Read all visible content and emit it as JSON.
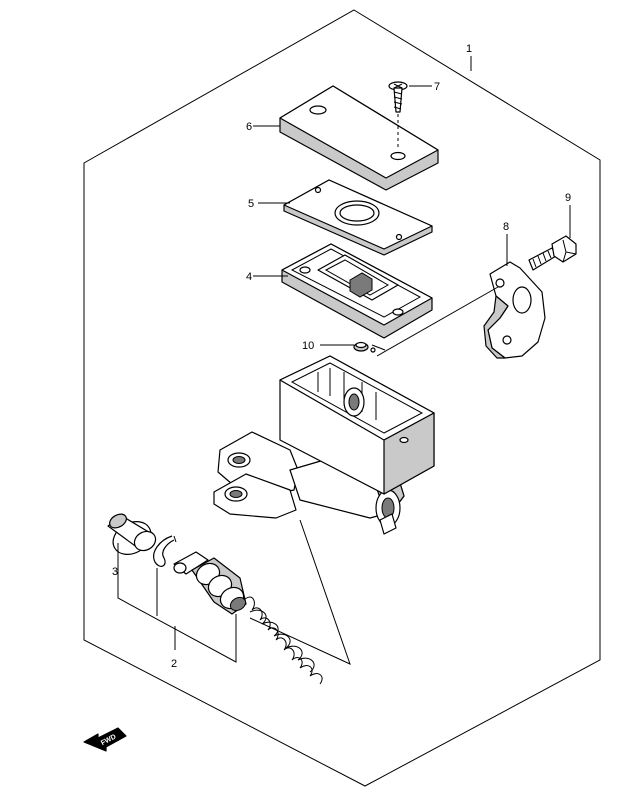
{
  "callouts": {
    "c1": "1",
    "c2": "2",
    "c3": "3",
    "c4": "4",
    "c5": "5",
    "c6": "6",
    "c7": "7",
    "c8": "8",
    "c9": "9",
    "c10": "10"
  },
  "front_arrow": {
    "label": "FWD"
  }
}
